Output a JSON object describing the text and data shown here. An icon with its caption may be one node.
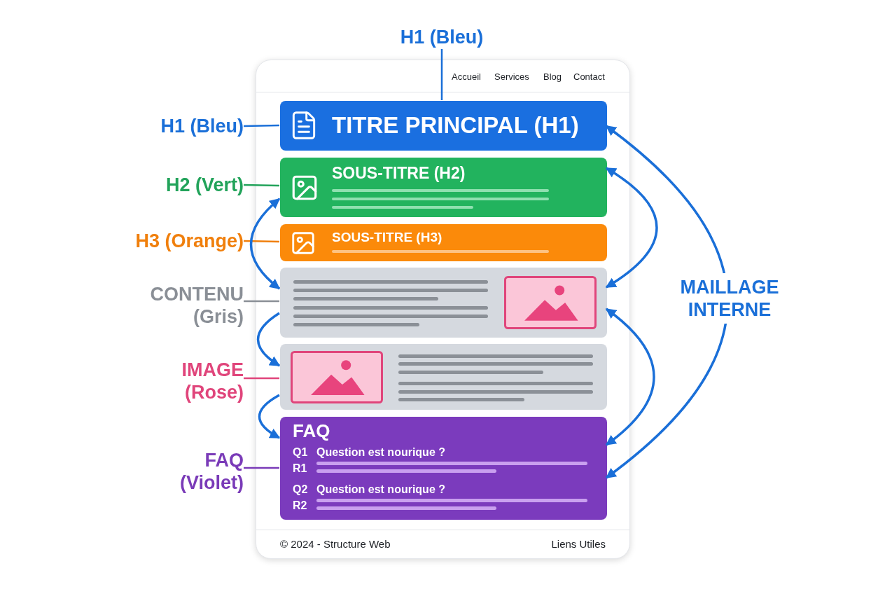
{
  "diagram": {
    "nodes": [
      {
        "text": [],
        "shape": "box"
      },
      {
        "text": [
          "TITRE PRINCIPAL (H1)"
        ],
        "in": 0
      },
      {
        "text": [
          "SOUS-TITRE (H2)"
        ],
        "in": 0
      },
      {
        "text": [
          "SOUS-TITRE (H3)"
        ],
        "in": 0
      },
      {
        "text": [],
        "shape": "box",
        "in": 0
      },
      {
        "text": [],
        "shape": "picture",
        "in": 4
      },
      {
        "text": [],
        "shape": "box",
        "in": 0
      },
      {
        "text": [],
        "shape": "picture",
        "in": 6
      },
      {
        "text": [
          "FAQ",
          "Q1",
          "Question est nourique ?",
          "R1",
          "Q2",
          "Question est nourique ?",
          "R2"
        ],
        "in": 0
      },
      {
        "text": [
          "H1 (Bleu)"
        ]
      },
      {
        "text": [
          "H1 (Bleu)"
        ]
      },
      {
        "text": [
          "H2 (Vert)"
        ]
      },
      {
        "text": [
          "H3 (Orange)"
        ]
      },
      {
        "text": [
          "CONTENU (Gris)"
        ]
      },
      {
        "text": [
          "IMAGE (Rose)"
        ]
      },
      {
        "text": [
          "FAQ (Violet)"
        ]
      }
    ],
    "edges": [
      {
        "from": 9,
        "to": 1,
        "arrow": "none"
      },
      {
        "from": 10,
        "to": 1,
        "arrow": "none"
      },
      {
        "from": 11,
        "to": 2,
        "arrow": "none",
        "color": "#22a35a"
      },
      {
        "from": 12,
        "to": 3,
        "arrow": "none",
        "color": "#f07f0c"
      },
      {
        "from": 13,
        "to": 4,
        "arrow": "none",
        "color": "#8a8f96"
      },
      {
        "from": 14,
        "to": 6,
        "arrow": "none",
        "color": "#e0457b"
      },
      {
        "from": 15,
        "to": 8,
        "arrow": "none",
        "color": "#7a3bb8"
      },
      {
        "from": 2,
        "to": 4,
        "arrow": "both"
      },
      {
        "from": 4,
        "to": 6,
        "arrow": "to"
      },
      {
        "from": 6,
        "to": 8,
        "arrow": "to"
      },
      {
        "from": 2,
        "to": 4,
        "arrow": "both"
      },
      {
        "from": 4,
        "to": 8,
        "arrow": "both"
      },
      {
        "from": 1,
        "to": 8,
        "arrow": "both",
        "label": "MAILLAGE INTERNE"
      }
    ],
    "labels": [
      "Accueil",
      "Services",
      "Blog",
      "Contact",
      "© 2024 - Structure Web",
      "Liens Utiles"
    ]
  }
}
